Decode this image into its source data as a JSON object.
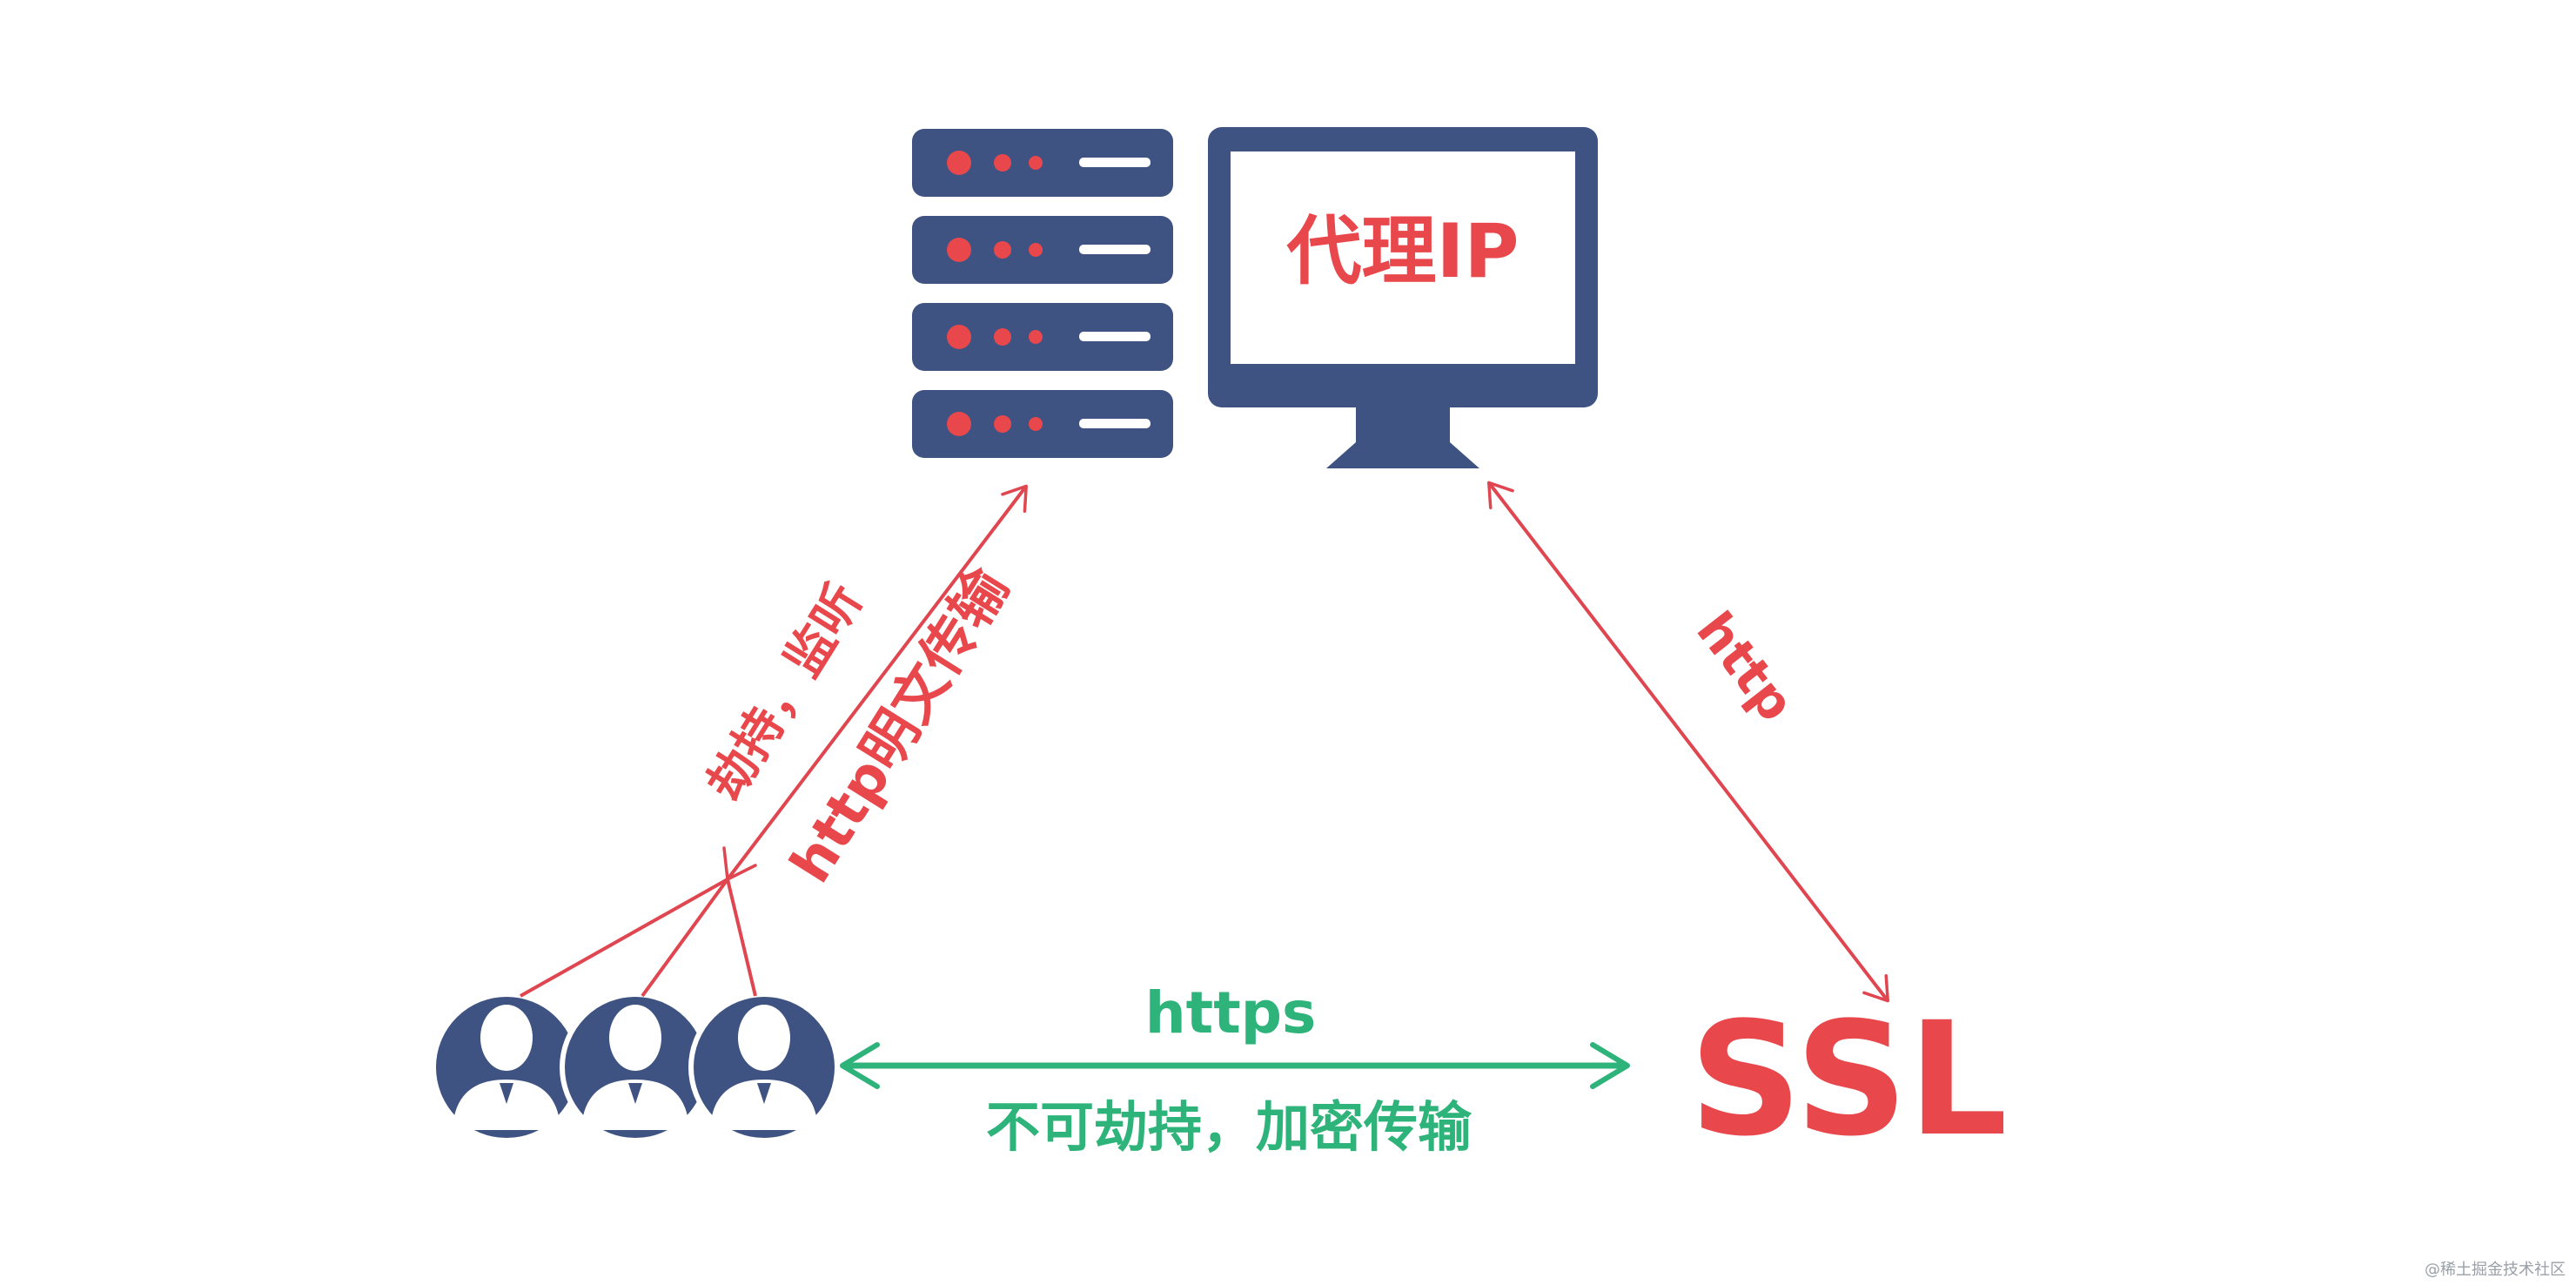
{
  "colors": {
    "navy": "#3f5383",
    "red": "#e8474c",
    "line_red": "#df4650",
    "green": "#2eb37a",
    "white": "#ffffff",
    "watermark": "#9aa0a8"
  },
  "icons": {
    "server": "server-rack-icon",
    "monitor": "monitor-icon",
    "users": "user-avatar-icon"
  },
  "monitor": {
    "label": "代理IP"
  },
  "left_link": {
    "label_top": "劫持，监听",
    "label_bottom": "http明文传输"
  },
  "right_link": {
    "label": "http"
  },
  "bottom_link": {
    "label_top": "https",
    "label_bottom": "不可劫持，加密传输"
  },
  "ssl": {
    "label": "SSL"
  },
  "watermark": {
    "text": "@稀土掘金技术社区"
  }
}
